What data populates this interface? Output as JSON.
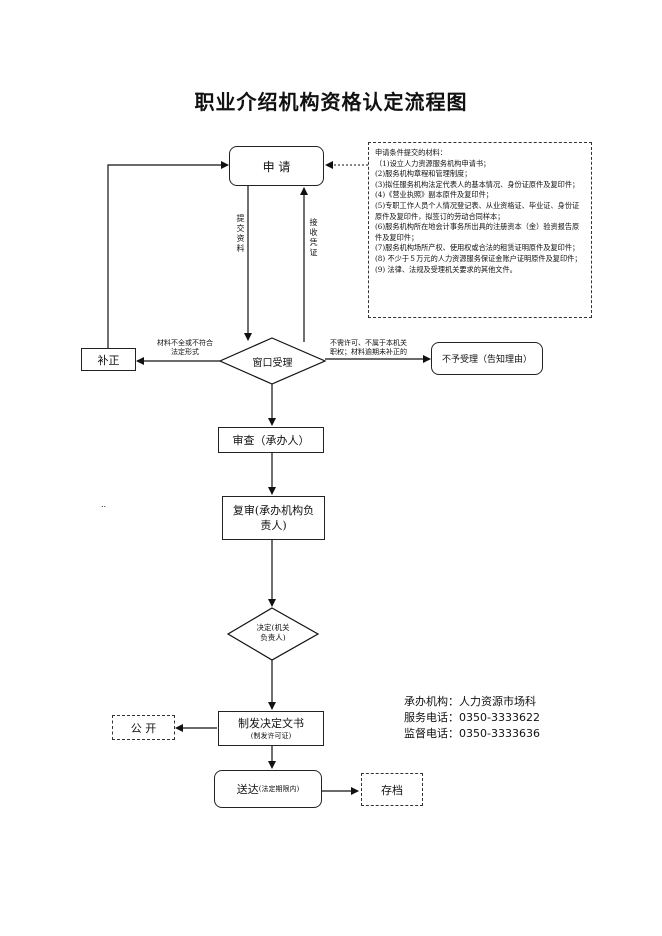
{
  "title": "职业介绍机构资格认定流程图",
  "nodes": {
    "apply": "申 请",
    "window": "窗口受理",
    "supplement": "补正",
    "reject": "不予受理（告知理由）",
    "review": "审查（承办人）",
    "recheck": "复审(承办机构负责人)",
    "decision_line1": "决定(机关",
    "decision_line2": "负责人)",
    "issue_line1": "制发决定文书",
    "issue_line2": "(制发许可证)",
    "deliver_main": "送达",
    "deliver_sub": "(法定期限内)",
    "publish": "公 开",
    "archive": "存档"
  },
  "edge_labels": {
    "submit": "提交资料",
    "receipt": "接收凭证",
    "incomplete_line1": "材料不全或不符合",
    "incomplete_line2": "法定形式",
    "no_license_line1": "不需许可、不属于本机关",
    "no_license_line2": "职权；材料逾期未补正的"
  },
  "requirements": {
    "heading": "申请条件提交的材料：",
    "items": [
      "（1)设立人力资源服务机构申请书；",
      "(2)服务机构章程和管理制度；",
      "(3)拟任服务机构法定代表人的基本情况、身份证原件及复印件；",
      "(4)《营业执照》副本原件及复印件；",
      "(5)专职工作人员个人情况登记表、从业资格证、毕业证、身份证原件及复印件，拟签订的劳动合同样本；",
      "(6)服务机构所在地会计事务所出具的注册资本（金）验资报告原件及复印件；",
      "(7)服务机构场所产权、使用权或合法的租赁证明原件及复印件；",
      "(8) 不少于５万元的人力资源服务保证金账户证明原件及复印件；",
      "(9) 法律、法规及受理机关要求的其他文件。"
    ]
  },
  "contact": {
    "org": "承办机构：人力资源市场科",
    "service": "服务电话：0350-3333622",
    "supervise": "监督电话：0350-3333636"
  },
  "stray_mark": ".."
}
